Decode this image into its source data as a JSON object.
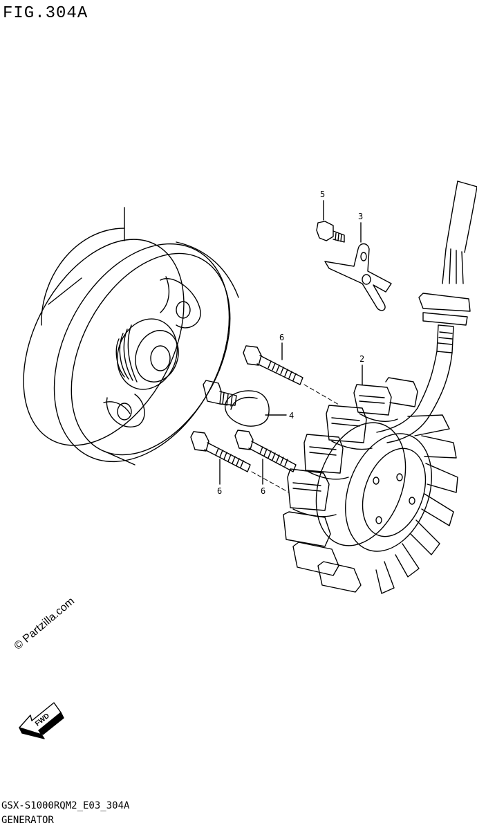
{
  "figure": {
    "title": "FIG.304A"
  },
  "callouts": [
    {
      "id": "c-blank",
      "text": ""
    },
    {
      "id": "c5",
      "text": "5"
    },
    {
      "id": "c3",
      "text": "3"
    },
    {
      "id": "c6a",
      "text": "6"
    },
    {
      "id": "c2",
      "text": "2"
    },
    {
      "id": "c4",
      "text": "4"
    },
    {
      "id": "c6b",
      "text": "6"
    },
    {
      "id": "c6c",
      "text": "6"
    }
  ],
  "watermark": "© Partzilla.com",
  "fwd_label": "FWD",
  "footer": {
    "code": "GSX-S1000RQM2_E03_304A",
    "name": "GENERATOR"
  }
}
